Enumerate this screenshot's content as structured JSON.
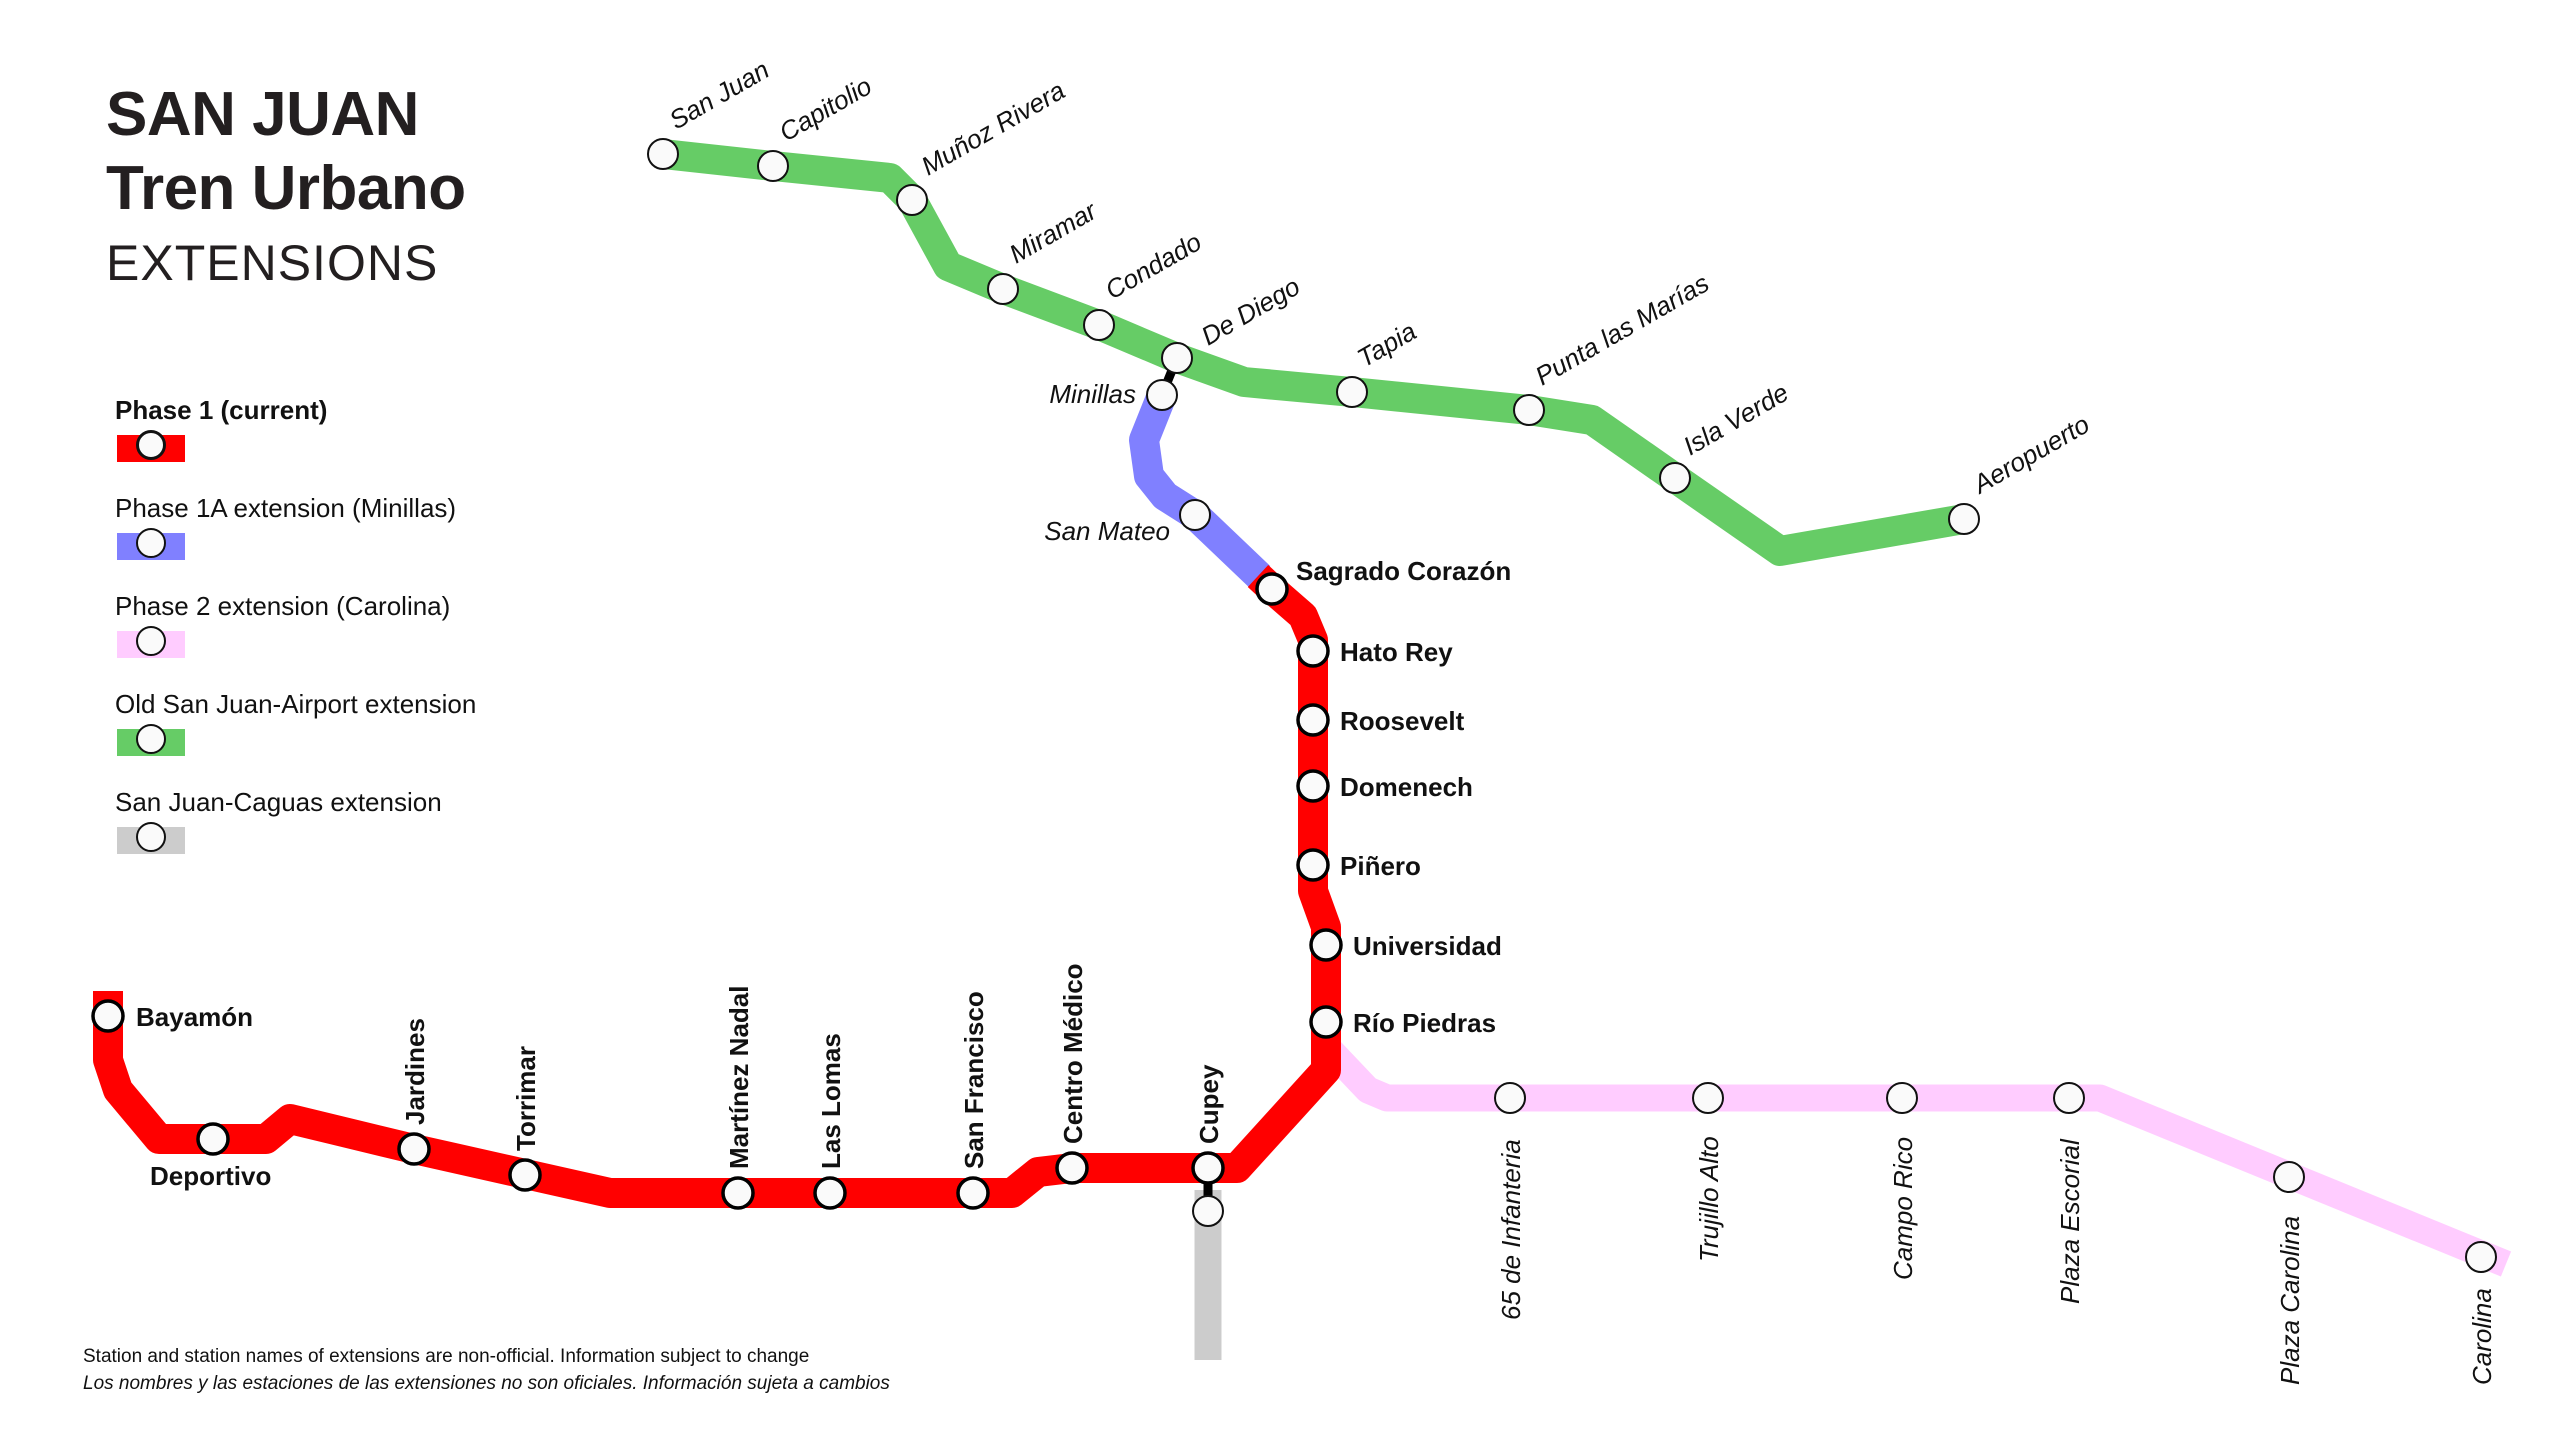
{
  "title": {
    "line1": "SAN JUAN",
    "line2": "Tren Urbano",
    "line3": "EXTENSIONS"
  },
  "legend": [
    {
      "label": "Phase 1 (current)",
      "color": "#ff0000",
      "bold": true
    },
    {
      "label": "Phase 1A extension (Minillas)",
      "color": "#8080ff",
      "bold": false
    },
    {
      "label": "Phase 2 extension (Carolina)",
      "color": "#ffccff",
      "bold": false
    },
    {
      "label": "Old San Juan-Airport extension",
      "color": "#66cc66",
      "bold": false
    },
    {
      "label": "San Juan-Caguas extension",
      "color": "#cccccc",
      "bold": false
    }
  ],
  "colors": {
    "phase1": "#ff0000",
    "phase1a": "#8080ff",
    "phase2": "#ffccff",
    "airport": "#66cc66",
    "caguas": "#cccccc",
    "station_fill": "#fafafa",
    "station_stroke": "#111111"
  },
  "lines": {
    "airport": {
      "name": "Old San Juan-Airport extension",
      "stations": [
        "San Juan",
        "Capitolio",
        "Muñoz Rivera",
        "Miramar",
        "Condado",
        "De Diego",
        "Tapia",
        "Punta las Marías",
        "Isla Verde",
        "Aeropuerto"
      ]
    },
    "phase1a": {
      "name": "Phase 1A extension (Minillas)",
      "stations": [
        "Minillas",
        "San Mateo"
      ]
    },
    "phase1": {
      "name": "Phase 1 (current)",
      "stations": [
        "Sagrado Corazón",
        "Hato Rey",
        "Roosevelt",
        "Domenech",
        "Piñero",
        "Universidad",
        "Río Piedras",
        "Cupey",
        "Centro Médico",
        "San Francisco",
        "Las Lomas",
        "Martínez Nadal",
        "Torrimar",
        "Jardines",
        "Deportivo",
        "Bayamón"
      ]
    },
    "phase2": {
      "name": "Phase 2 extension (Carolina)",
      "stations": [
        "65 de Infantería",
        "Trujillo Alto",
        "Campo Rico",
        "Plaza Escorial",
        "Plaza Carolina",
        "Carolina"
      ]
    },
    "caguas": {
      "name": "San Juan-Caguas extension",
      "stations": []
    }
  },
  "labels": {
    "san_juan": "San Juan",
    "capitolio": "Capitolio",
    "munoz_rivera": "Muñoz Rivera",
    "miramar": "Miramar",
    "condado": "Condado",
    "de_diego": "De Diego",
    "tapia": "Tapia",
    "punta_las_marias": "Punta las Marías",
    "isla_verde": "Isla Verde",
    "aeropuerto": "Aeropuerto",
    "minillas": "Minillas",
    "san_mateo": "San Mateo",
    "sagrado_corazon": "Sagrado Corazón",
    "hato_rey": "Hato Rey",
    "roosevelt": "Roosevelt",
    "domenech": "Domenech",
    "pinero": "Piñero",
    "universidad": "Universidad",
    "rio_piedras": "Río Piedras",
    "cupey": "Cupey",
    "centro_medico": "Centro Médico",
    "san_francisco": "San Francisco",
    "las_lomas": "Las Lomas",
    "martinez_nadal": "Martínez Nadal",
    "torrimar": "Torrimar",
    "jardines": "Jardines",
    "deportivo": "Deportivo",
    "bayamon": "Bayamón",
    "infanteria": "65 de Infanteria",
    "trujillo_alto": "Trujillo Alto",
    "campo_rico": "Campo Rico",
    "plaza_escorial": "Plaza Escorial",
    "plaza_carolina": "Plaza Carolina",
    "carolina": "Carolina"
  },
  "footer": {
    "english": "Station and station names of extensions are non-official. Information subject to change",
    "spanish": "Los nombres y las estaciones de las extensiones no son oficiales. Información sujeta a cambios"
  }
}
